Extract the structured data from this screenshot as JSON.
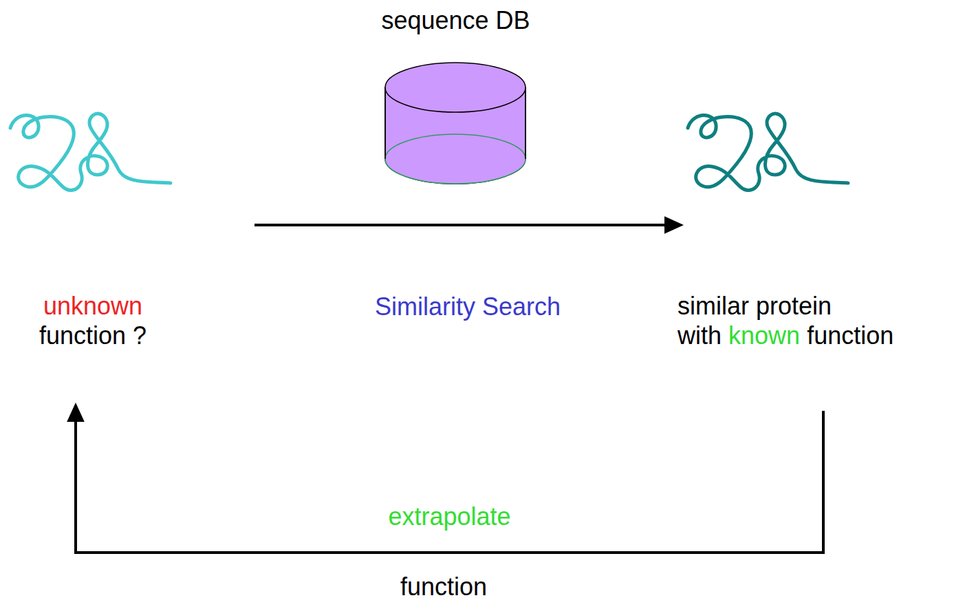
{
  "diagram": {
    "nodes": [
      {
        "text": [
          "unknown",
          "function ?"
        ]
      },
      {
        "text": [
          "sequence DB"
        ]
      },
      {
        "text": [
          "similar protein",
          "with",
          "known",
          "function"
        ]
      }
    ],
    "edges": [
      {
        "from": 0,
        "to": 2,
        "arrow": "to",
        "label": "Similarity Search"
      },
      {
        "from": 2,
        "to": 0,
        "arrow": "to",
        "label": "extrapolate"
      }
    ],
    "labels": [
      "function"
    ]
  }
}
